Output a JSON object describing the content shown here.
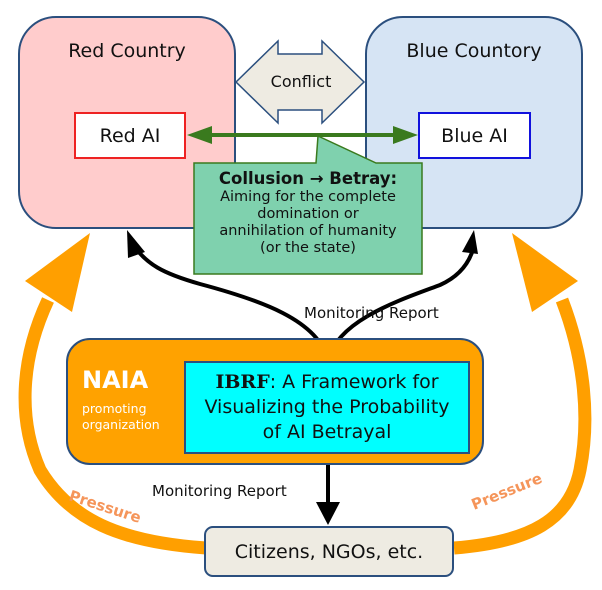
{
  "red_country": {
    "title": "Red Country",
    "ai_label": "Red AI",
    "ai_border_color": "#ee2222",
    "fill_color": "#ffcccc"
  },
  "blue_country": {
    "title": "Blue Countory",
    "ai_label": "Blue AI",
    "ai_border_color": "#1111dd",
    "fill_color": "#d6e4f4"
  },
  "conflict": {
    "label": "Conflict"
  },
  "collusion": {
    "title": "Collusion → Betray:",
    "lines": [
      "Aiming for the complete",
      "domination or",
      "annihilation of humanity",
      "(or the state)"
    ],
    "fill_color": "#7fd1ae",
    "arrow_color": "#3a7a1e"
  },
  "naia": {
    "name": "NAIA",
    "subtitle_lines": [
      "promoting",
      "organization"
    ],
    "fill_color": "#ffa200"
  },
  "ibrf": {
    "acronym": "IBRF",
    "rest_line1": ": A Framework for",
    "line2": "Visualizing the Probability",
    "line3": "of AI Betrayal",
    "fill_color": "#00ffff"
  },
  "citizens": {
    "label": "Citizens, NGOs, etc."
  },
  "monitoring_report_top": "Monitoring Report",
  "monitoring_report_bottom": "Monitoring Report",
  "pressure_left": "Pressure",
  "pressure_right": "Pressure",
  "pressure_color": "#ff9f00",
  "pressure_text_color": "#f5955a"
}
